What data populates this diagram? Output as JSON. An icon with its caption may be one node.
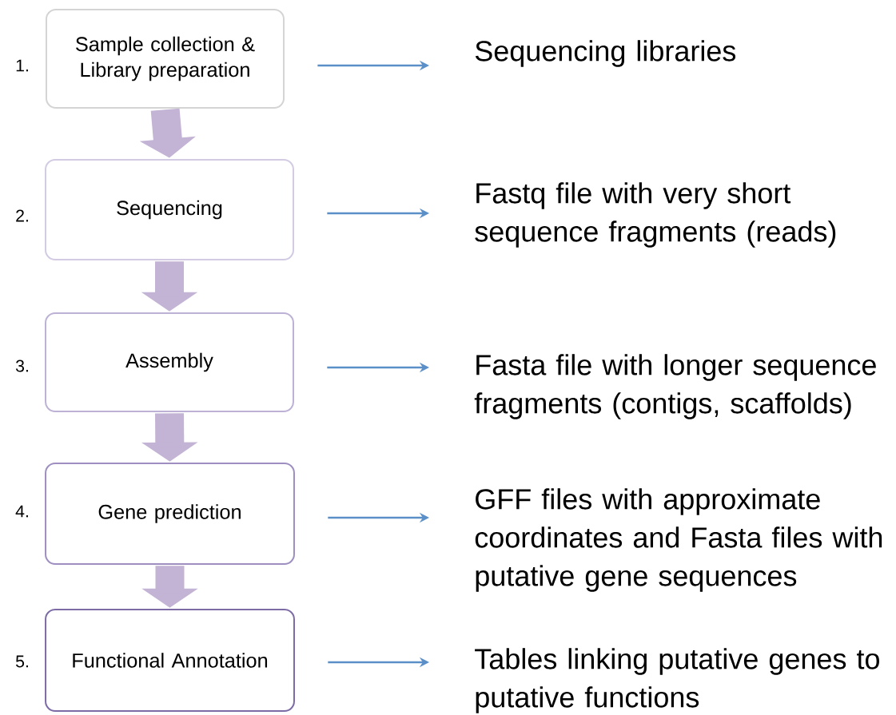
{
  "diagram": {
    "nodes": [
      {
        "text": [
          "Sample collection & Library preparation"
        ],
        "beside": [
          "1."
        ]
      },
      {
        "text": [
          "Sequencing"
        ],
        "beside": [
          "2."
        ]
      },
      {
        "text": [
          "Assembly"
        ],
        "beside": [
          "3."
        ]
      },
      {
        "text": [
          "Gene prediction"
        ],
        "beside": [
          "4."
        ]
      },
      {
        "text": [
          "Functional Annotation"
        ],
        "beside": [
          "5."
        ]
      },
      {
        "text": [
          "Sequencing libraries"
        ]
      },
      {
        "text": [
          "Fastq file with very short sequence fragments (reads)"
        ]
      },
      {
        "text": [
          "Fasta file with longer sequence fragments (contigs, scaffolds)"
        ]
      },
      {
        "text": [
          "GFF files with approximate coordinates and Fasta files with putative gene sequences"
        ]
      },
      {
        "text": [
          "Tables linking putative genes to putative functions"
        ]
      }
    ],
    "edges": [
      {
        "from": 0,
        "to": 1,
        "arrow": "to",
        "style": "thick",
        "color": "#c3b3d5"
      },
      {
        "from": 1,
        "to": 2,
        "arrow": "to",
        "style": "thick",
        "color": "#c3b3d5"
      },
      {
        "from": 2,
        "to": 3,
        "arrow": "to",
        "style": "thick",
        "color": "#c3b3d5"
      },
      {
        "from": 3,
        "to": 4,
        "arrow": "to",
        "style": "thick",
        "color": "#c3b3d5"
      },
      {
        "from": 0,
        "to": 5,
        "arrow": "to"
      },
      {
        "from": 1,
        "to": 6,
        "arrow": "to"
      },
      {
        "from": 2,
        "to": 7,
        "arrow": "to"
      },
      {
        "from": 3,
        "to": 8,
        "arrow": "to"
      },
      {
        "from": 4,
        "to": 9,
        "arrow": "to"
      }
    ]
  }
}
